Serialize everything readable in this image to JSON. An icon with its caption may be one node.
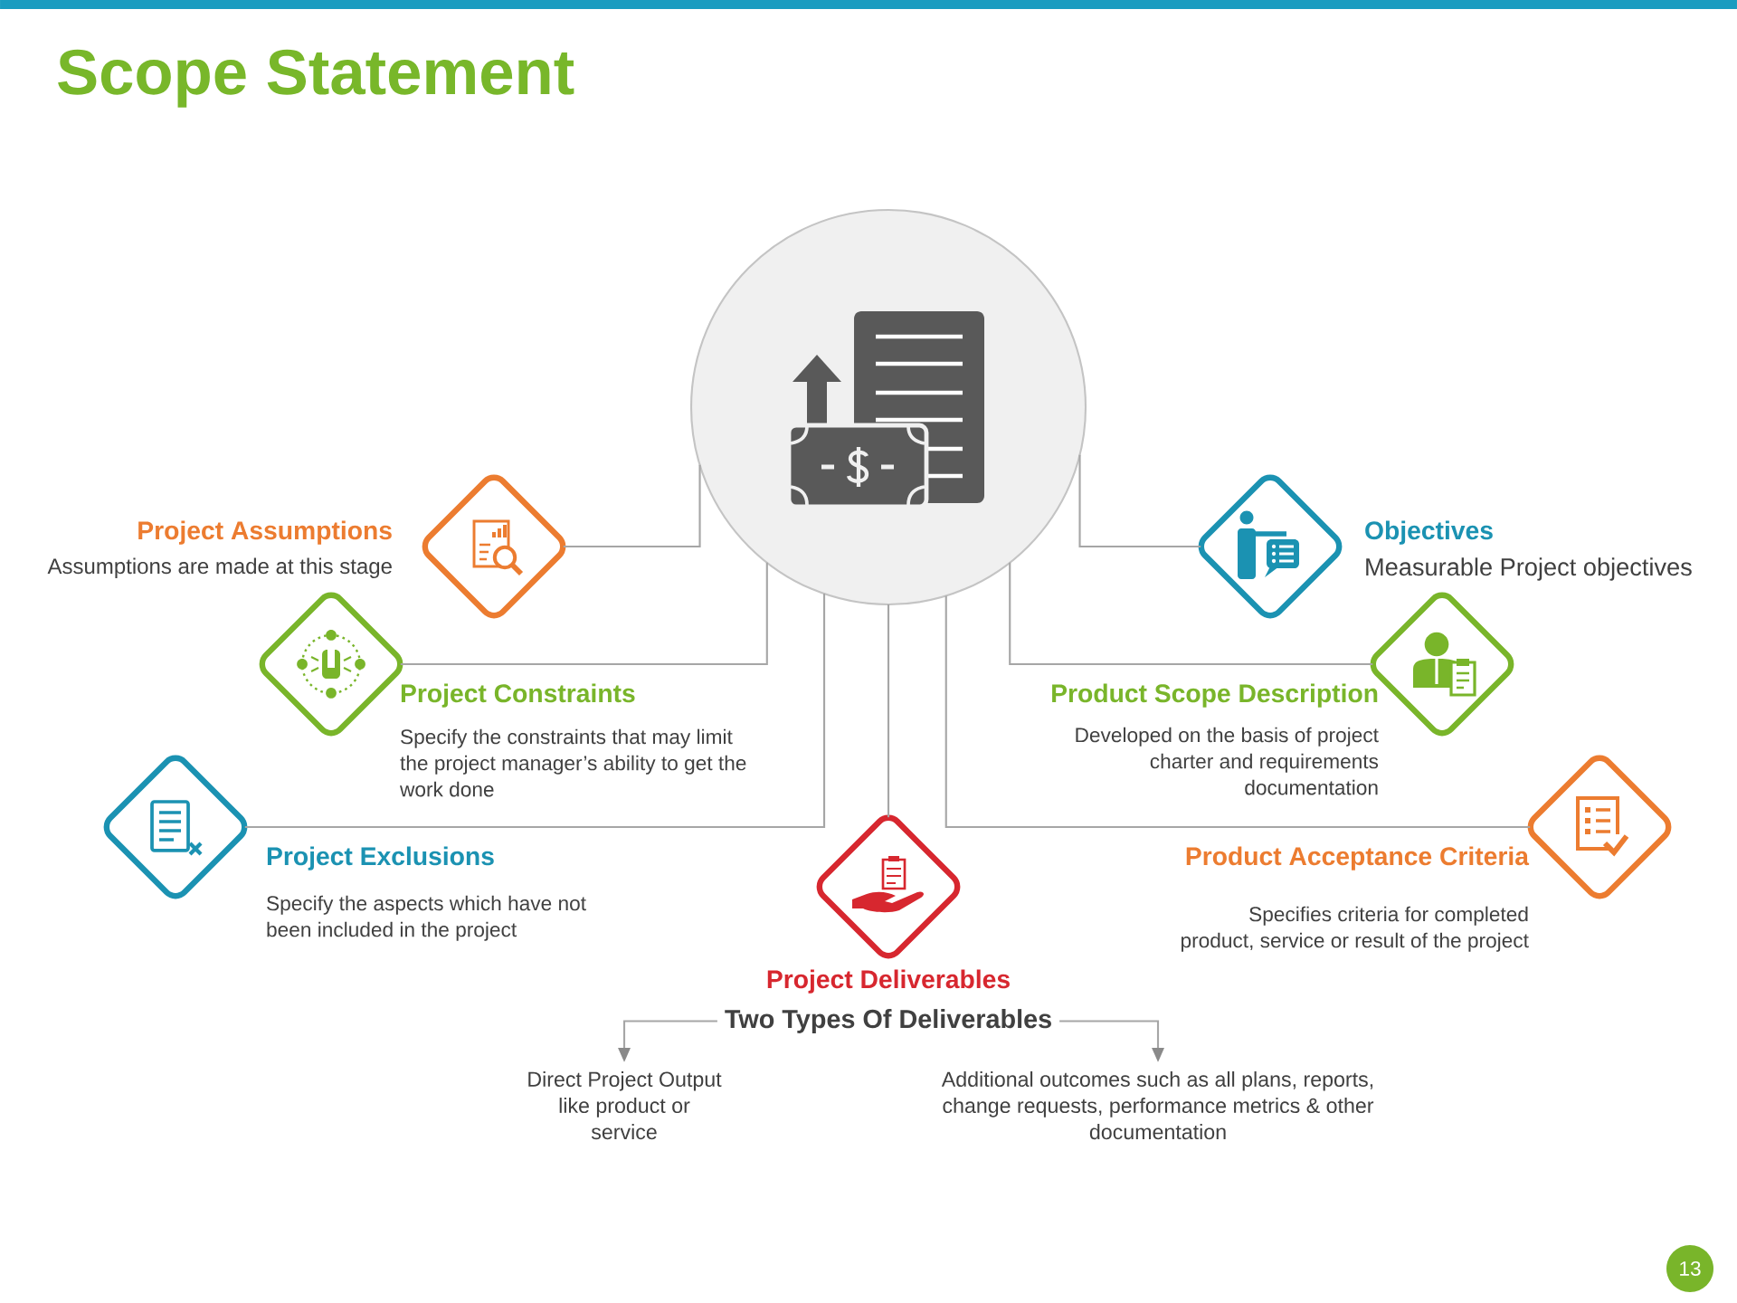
{
  "diagram": {
    "title": "Scope Statement",
    "nodes": [
      {
        "text": [],
        "shape": "circle"
      },
      {
        "text": [
          "Project Assumptions",
          "Assumptions are made at this stage"
        ]
      },
      {
        "text": [
          "Project Constraints",
          "Specify the constraints that may limit the project manager’s ability to get the work done"
        ]
      },
      {
        "text": [
          "Project Exclusions",
          "Specify the aspects which have not been included in the project"
        ]
      },
      {
        "text": [
          "Project Deliverables"
        ]
      },
      {
        "text": [
          "Objectives",
          "Measurable Project objectives"
        ]
      },
      {
        "text": [
          "Product Scope Description",
          "Developed on the basis of project charter and requirements documentation"
        ]
      },
      {
        "text": [
          "Product Acceptance Criteria",
          "Specifies criteria for completed product, service or result of the project"
        ]
      },
      {
        "text": [
          "Two Types Of Deliverables"
        ]
      },
      {
        "text": [
          "Direct Project Output like product or service"
        ]
      },
      {
        "text": [
          "Additional outcomes such as all plans, reports, change requests, performance metrics & other documentation"
        ]
      }
    ],
    "edges": [
      {
        "from": 0,
        "to": 1,
        "arrow": "none"
      },
      {
        "from": 0,
        "to": 2,
        "arrow": "none"
      },
      {
        "from": 0,
        "to": 3,
        "arrow": "none"
      },
      {
        "from": 0,
        "to": 4,
        "arrow": "none"
      },
      {
        "from": 0,
        "to": 5,
        "arrow": "none"
      },
      {
        "from": 0,
        "to": 6,
        "arrow": "none"
      },
      {
        "from": 0,
        "to": 7,
        "arrow": "none"
      },
      {
        "from": 8,
        "to": 9,
        "arrow": "to"
      },
      {
        "from": 8,
        "to": 10,
        "arrow": "to"
      }
    ],
    "labels": [
      "13"
    ]
  }
}
